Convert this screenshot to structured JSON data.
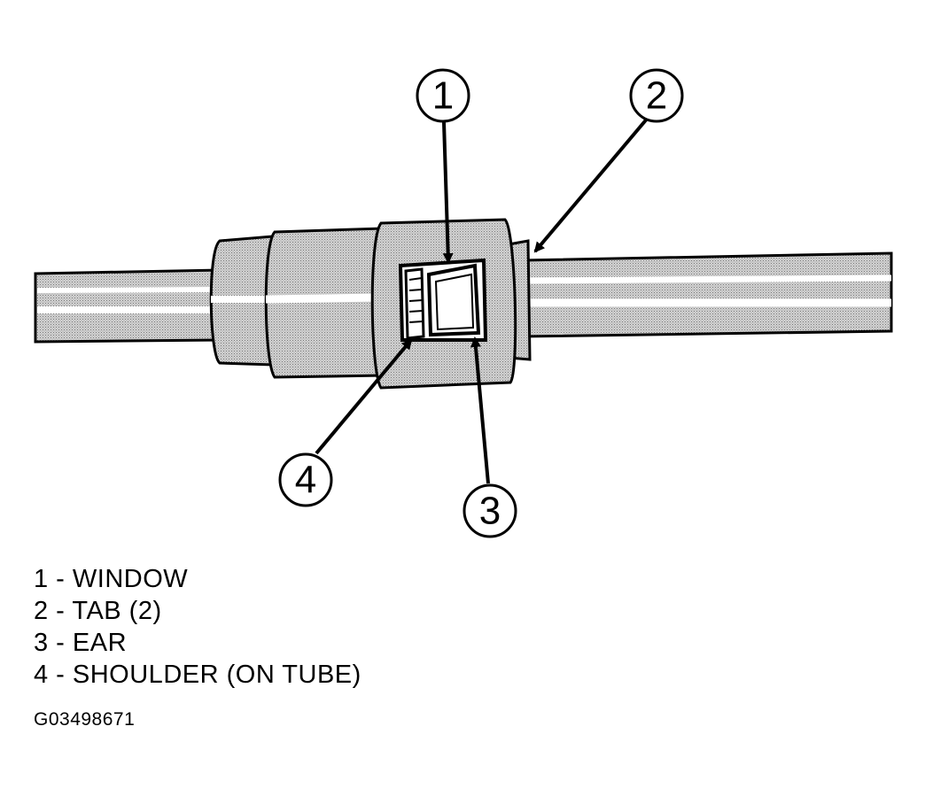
{
  "callouts": [
    {
      "number": "1",
      "label": "WINDOW"
    },
    {
      "number": "2",
      "label": "TAB (2)"
    },
    {
      "number": "3",
      "label": "EAR"
    },
    {
      "number": "4",
      "label": "SHOULDER (ON TUBE)"
    }
  ],
  "legend": [
    "1 - WINDOW",
    "2 - TAB (2)",
    "3 - EAR",
    "4 - SHOULDER (ON TUBE)"
  ],
  "figure_id": "G03498671",
  "colors": {
    "ink": "#000000",
    "tube_shade": "#c8c8c8",
    "highlight": "#ffffff"
  }
}
